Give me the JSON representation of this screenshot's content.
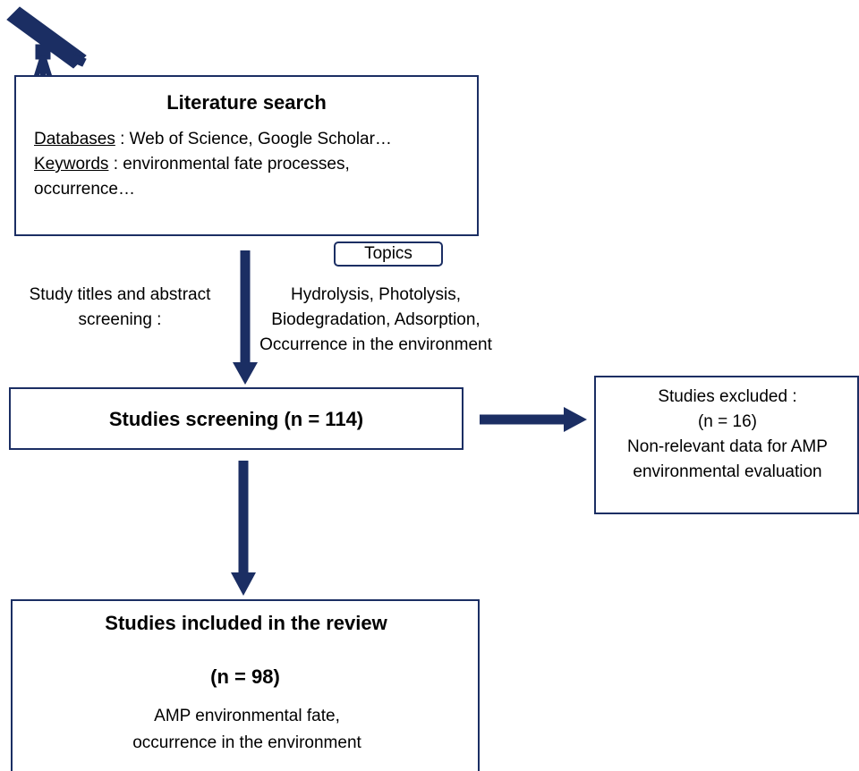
{
  "colors": {
    "navy": "#1b2e63",
    "box_border": "#1b2e63"
  },
  "icon": {
    "name": "telescope-icon"
  },
  "literature_search": {
    "title": "Literature search",
    "databases_label": "Databases",
    "databases_text": " : Web of Science, Google Scholar…",
    "keywords_label": "Keywords",
    "keywords_text": " : environmental fate processes, occurrence…"
  },
  "screening_step": {
    "left_label": "Study titles and abstract screening :",
    "topics_tag": "Topics",
    "topics_list": "Hydrolysis, Photolysis, Biodegradation, Adsorption, Occurrence in the environment"
  },
  "studies_screening": {
    "title": "Studies screening (n = 114)"
  },
  "studies_excluded": {
    "line1": "Studies excluded :",
    "line2": "(n = 16)",
    "line3": "Non-relevant data for AMP environmental evaluation"
  },
  "studies_included": {
    "title": "Studies included in the review",
    "count": "(n = 98)",
    "description": "AMP environmental fate, occurrence in the environment"
  }
}
